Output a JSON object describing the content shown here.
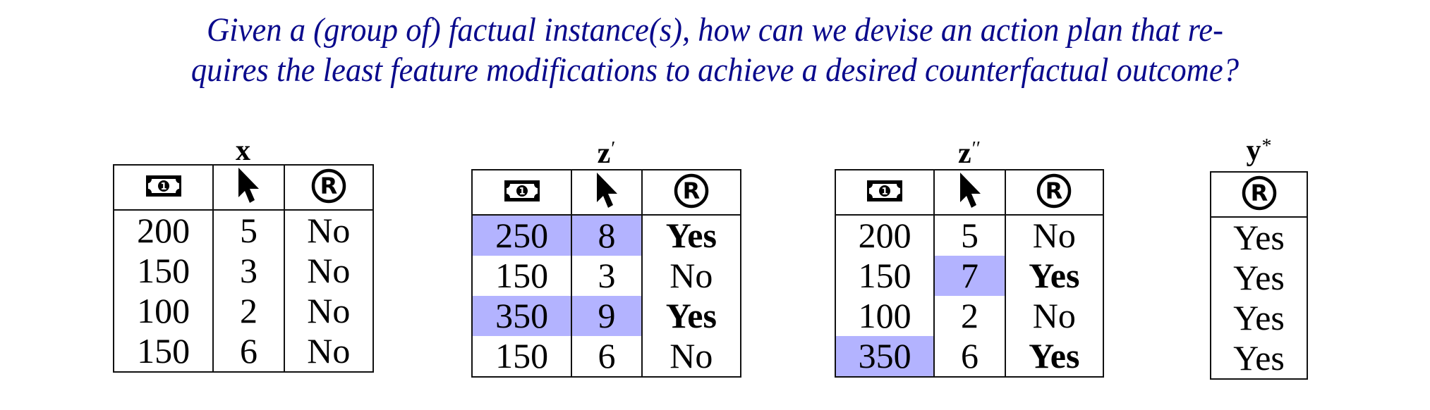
{
  "question": {
    "line1": "Given a (group of) factual instance(s), how can we devise an action plan that re-",
    "line2": "quires the least feature modifications to achieve a desired counterfactual outcome?",
    "color": "#0a0a8c"
  },
  "columns": {
    "money": "money-bill-icon",
    "cursor": "mouse-cursor-icon",
    "outcome": "registered-circle-r-icon"
  },
  "highlight_color": "#b3b3ff",
  "tables": [
    {
      "label": "x",
      "sup": "",
      "rows": [
        {
          "money": "200",
          "cursor": "5",
          "outcome": "No"
        },
        {
          "money": "150",
          "cursor": "3",
          "outcome": "No"
        },
        {
          "money": "100",
          "cursor": "2",
          "outcome": "No"
        },
        {
          "money": "150",
          "cursor": "6",
          "outcome": "No"
        }
      ]
    },
    {
      "label": "z",
      "sup": "′",
      "rows": [
        {
          "money": "250",
          "cursor": "8",
          "outcome": "Yes",
          "hl": [
            "money",
            "cursor"
          ],
          "bold": true
        },
        {
          "money": "150",
          "cursor": "3",
          "outcome": "No"
        },
        {
          "money": "350",
          "cursor": "9",
          "outcome": "Yes",
          "hl": [
            "money",
            "cursor"
          ],
          "bold": true
        },
        {
          "money": "150",
          "cursor": "6",
          "outcome": "No"
        }
      ]
    },
    {
      "label": "z",
      "sup": "′′",
      "rows": [
        {
          "money": "200",
          "cursor": "5",
          "outcome": "No"
        },
        {
          "money": "150",
          "cursor": "7",
          "outcome": "Yes",
          "hl": [
            "cursor"
          ],
          "bold": true
        },
        {
          "money": "100",
          "cursor": "2",
          "outcome": "No"
        },
        {
          "money": "350",
          "cursor": "6",
          "outcome": "Yes",
          "hl": [
            "money"
          ],
          "bold": true
        }
      ]
    },
    {
      "label": "y",
      "sup": "*",
      "rows": [
        {
          "outcome": "Yes"
        },
        {
          "outcome": "Yes"
        },
        {
          "outcome": "Yes"
        },
        {
          "outcome": "Yes"
        }
      ]
    }
  ]
}
